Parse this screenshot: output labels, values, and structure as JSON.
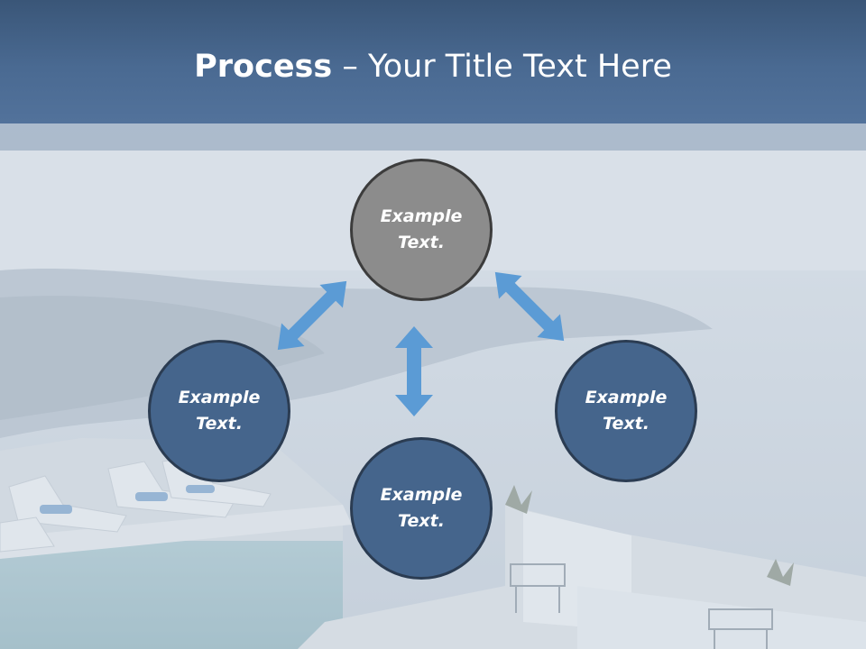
{
  "slide": {
    "title_bold": "Process",
    "title_rest": " – Your Title Text Here"
  },
  "diagram": {
    "nodes": [
      {
        "id": "top",
        "label": "Example\nText."
      },
      {
        "id": "left",
        "label": "Example\nText."
      },
      {
        "id": "right",
        "label": "Example\nText."
      },
      {
        "id": "bottom",
        "label": "Example\nText."
      }
    ]
  },
  "colors": {
    "title_bar": "#4a6a92",
    "node_blue": "#45658c",
    "node_gray": "#8c8c8c",
    "arrow": "#5b9bd5"
  }
}
